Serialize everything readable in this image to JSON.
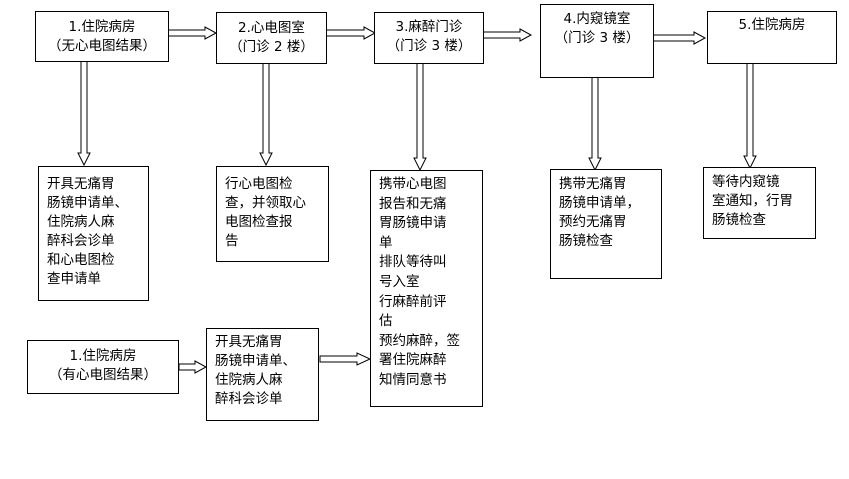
{
  "steps": {
    "s1": [
      "1.住院病房",
      "（无心电图结果）"
    ],
    "s2": [
      "2.心电图室",
      "（门诊 2 楼）"
    ],
    "s3": [
      "3.麻醉门诊",
      "（门诊 3 楼）"
    ],
    "s4": [
      "4.内窥镜室",
      "（门诊 3 楼）"
    ],
    "s5": [
      "5.住院病房"
    ]
  },
  "details": {
    "d1": [
      "开具无痛胃",
      "肠镜申请单、",
      "住院病人麻",
      "醉科会诊单",
      "和心电图检",
      "查申请单"
    ],
    "d2": [
      "行心电图检",
      "查，并领取心",
      "电图检查报",
      "告"
    ],
    "d3": [
      "携带心电图",
      "报告和无痛",
      "胃肠镜申请",
      "单",
      "排队等待叫",
      "号入室",
      "行麻醉前评",
      "估",
      "预约麻醉，签",
      "署住院麻醉",
      "知情同意书"
    ],
    "d4": [
      "携带无痛胃",
      "肠镜申请单，",
      "预约无痛胃",
      "肠镜检查"
    ],
    "d5": [
      "等待内窥镜",
      "室通知，行胃",
      "肠镜检查"
    ]
  },
  "alt": {
    "a1": [
      "1.住院病房",
      "（有心电图结果）"
    ],
    "a2": [
      "开具无痛胃",
      "肠镜申请单、",
      "住院病人麻",
      "醉科会诊单"
    ]
  }
}
